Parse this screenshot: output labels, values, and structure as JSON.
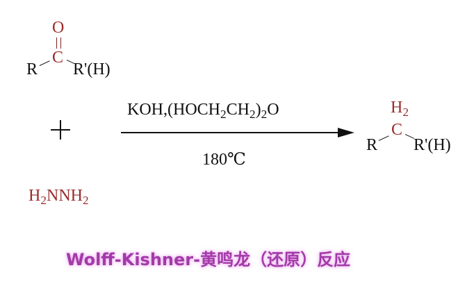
{
  "reactant_ketone": {
    "oxygen": "O",
    "carbon": "C",
    "left_group": "R",
    "right_group": "R'(H)"
  },
  "plus_sign": "+",
  "reagent_hydrazine": {
    "parts": [
      "H",
      "2",
      "NNH",
      "2"
    ]
  },
  "reaction_arrow": {
    "conditions_above": {
      "parts": [
        "KOH,(HOCH",
        "2",
        "CH",
        "2",
        ")",
        "2",
        "O"
      ]
    },
    "conditions_below": "180℃"
  },
  "product": {
    "hydrogens": [
      "H",
      "2"
    ],
    "carbon": "C",
    "left_group": "R",
    "right_group": "R'(H)"
  },
  "caption": "Wolff-Kishner-黄鸣龙（还原）反应",
  "colors": {
    "highlight_atoms": "#9b2c2c",
    "caption": "#a33aa8",
    "text": "#111111"
  }
}
